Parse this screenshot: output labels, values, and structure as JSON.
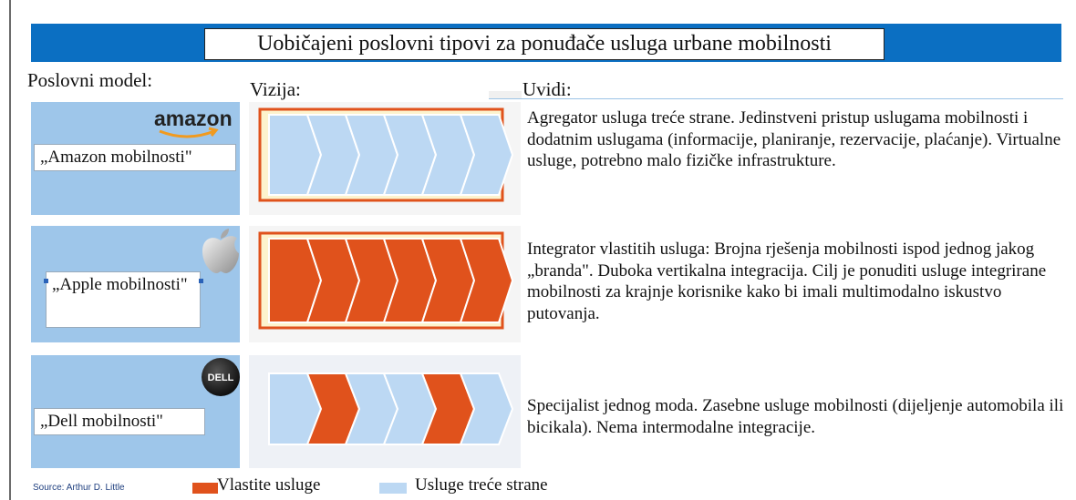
{
  "title": "Uobičajeni poslovni tipovi za ponuđače usluga urbane mobilnosti",
  "headers": {
    "model": "Poslovni model:",
    "vision": "Vizija:",
    "insights": "Uvidi:"
  },
  "models": [
    {
      "label": "„Amazon mobilnosti\"",
      "logo": "amazon",
      "insight": "Agregator usluga treće strane. Jedinstveni pristup uslugama mobilnosti i dodatnim uslugama (informacije, planiranje, rezervacije, plaćanje). Virtualne usluge, potrebno malo fizičke infrastrukture.",
      "chevrons": [
        "third",
        "third",
        "third",
        "third",
        "third",
        "third"
      ]
    },
    {
      "label": "„Apple mobilnosti\"",
      "logo": "apple",
      "insight": "Integrator vlastitih usluga: Brojna rješenja mobilnosti ispod jednog jakog „branda\". Duboka vertikalna integracija. Cilj je ponuditi usluge integrirane mobilnosti za krajnje korisnike kako bi imali multimodalno iskustvo putovanja.",
      "chevrons": [
        "own",
        "own",
        "own",
        "own",
        "own",
        "own"
      ]
    },
    {
      "label": "„Dell mobilnosti\"",
      "logo": "DELL",
      "insight": "Specijalist jednog moda. Zasebne usluge mobilnosti (dijeljenje automobila ili bicikala). Nema intermodalne integracije.",
      "chevrons": [
        "third",
        "own",
        "third",
        "third",
        "own",
        "third"
      ]
    }
  ],
  "legend": {
    "own": "Vlastite usluge",
    "third": "Usluge treće strane"
  },
  "source": "Source: Arthur D. Little",
  "colors": {
    "own": "#e0521c",
    "third": "#bcd8f3",
    "title_bar": "#0b6fc2",
    "card": "#9ec6ea",
    "frame": "#e0521c",
    "frame_fill": "#fdf3cd"
  }
}
